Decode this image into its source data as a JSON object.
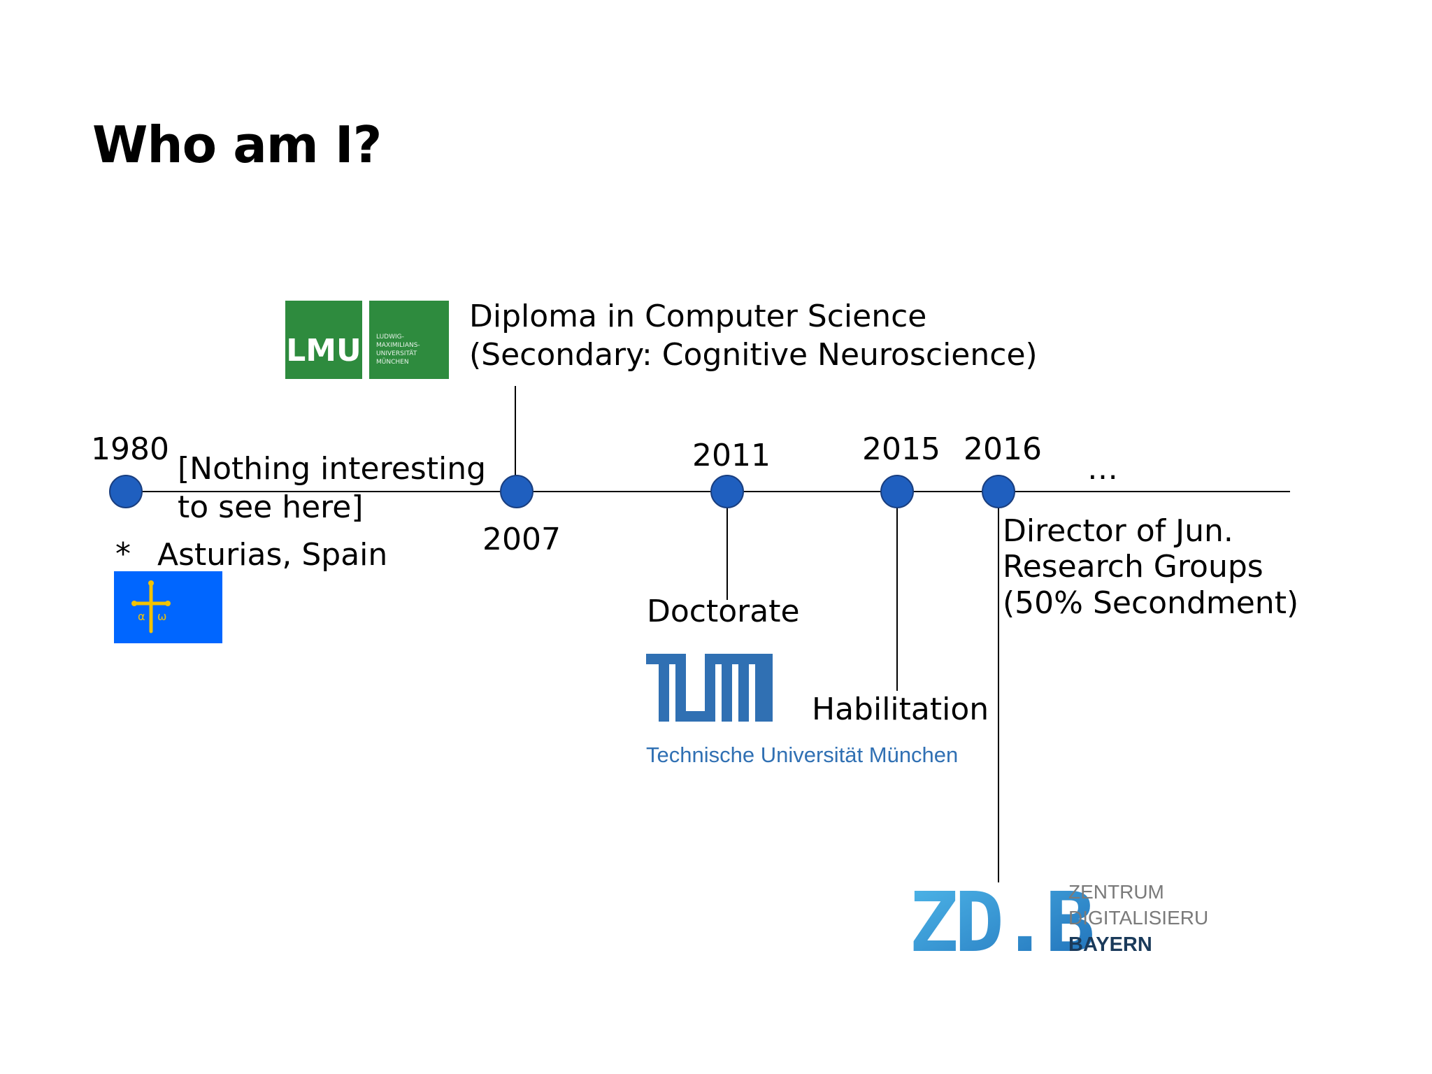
{
  "title": "Who am I?",
  "timeline": {
    "years": {
      "y1980": "1980",
      "y2007": "2007",
      "y2011": "2011",
      "y2015": "2015",
      "y2016": "2016"
    },
    "ellipsis": "…",
    "nothing_line1": "[Nothing interesting",
    "nothing_line2": "to see here]",
    "birth_star": "*",
    "birth_place": "Asturias, Spain",
    "diploma_line1": "Diploma in Computer Science",
    "diploma_line2": "(Secondary: Cognitive Neuroscience)",
    "doctorate": "Doctorate",
    "habilitation": "Habilitation",
    "director_line1": "Director of Jun.",
    "director_line2": "Research Groups",
    "director_line3": "(50% Secondment)"
  },
  "logos": {
    "lmu": {
      "mark": "LMU",
      "lines": [
        "LUDWIG-",
        "MAXIMILIANS-",
        "UNIVERSITÄT",
        "MÜNCHEN"
      ]
    },
    "tum": {
      "subtitle": "Technische Universität München"
    },
    "zdb": {
      "mark": "ZD.B",
      "lines": [
        "ZENTRUM",
        "DIGITALISIERUNG.",
        "BAYERN"
      ]
    }
  },
  "colors": {
    "node_fill": "#1f5fbf",
    "lmu_green": "#2e8b3e",
    "flag_blue": "#0066ff",
    "flag_cross": "#f2c200",
    "tum_blue": "#3070b3",
    "zdb_blue": "#2a8fd6"
  }
}
